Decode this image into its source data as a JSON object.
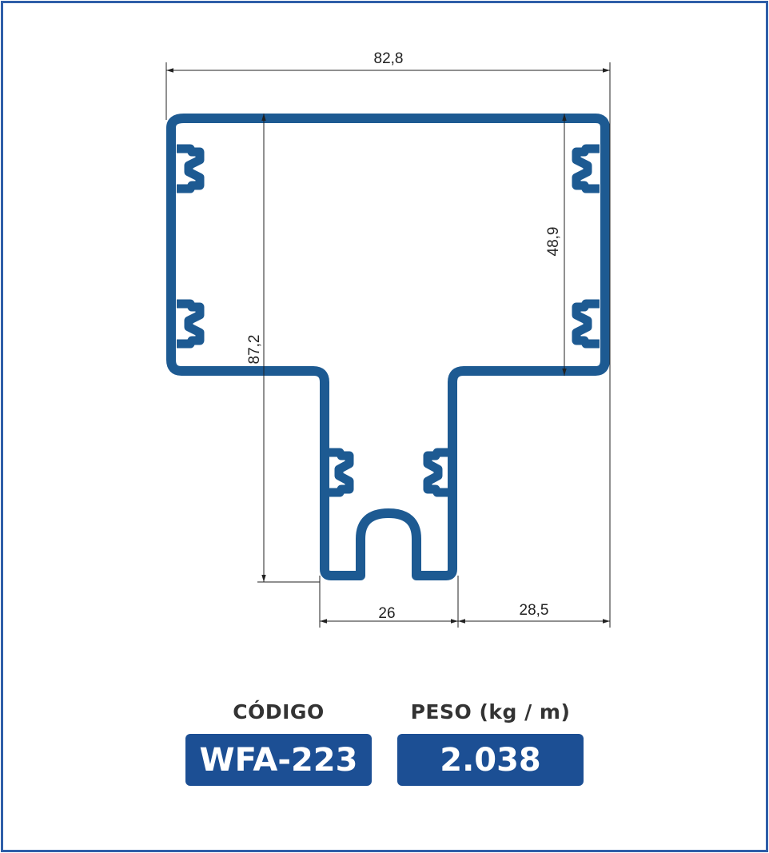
{
  "colors": {
    "frame": "#2f5fa8",
    "profile": "#1d5a92",
    "badge": "#1c4f94",
    "badge_text": "#ffffff",
    "label_text": "#333333"
  },
  "dimensions": {
    "overall_width": "82,8",
    "total_height": "87,2",
    "top_height": "48,9",
    "stem_width": "26",
    "side_offset": "28,5"
  },
  "info": {
    "code_label": "CÓDIGO",
    "code_value": "WFA-223",
    "weight_label": "PESO (kg / m)",
    "weight_value": "2.038"
  }
}
